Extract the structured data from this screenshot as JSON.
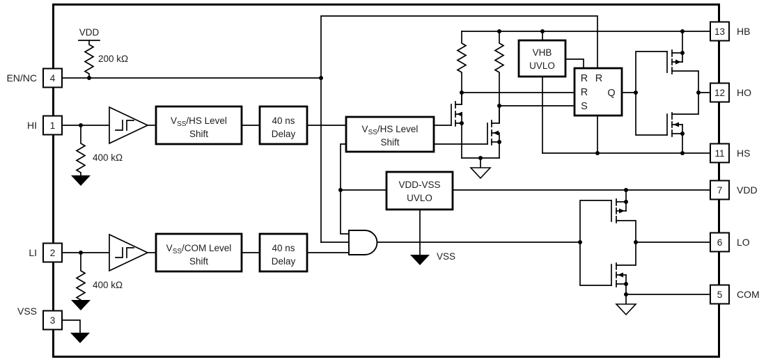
{
  "pins": {
    "left": [
      {
        "number": "4",
        "label": "EN/NC"
      },
      {
        "number": "1",
        "label": "HI"
      },
      {
        "number": "2",
        "label": "LI"
      },
      {
        "number": "3",
        "label": "VSS"
      }
    ],
    "right": [
      {
        "number": "13",
        "label": "HB"
      },
      {
        "number": "12",
        "label": "HO"
      },
      {
        "number": "11",
        "label": "HS"
      },
      {
        "number": "7",
        "label": "VDD"
      },
      {
        "number": "6",
        "label": "LO"
      },
      {
        "number": "5",
        "label": "COM"
      }
    ]
  },
  "labels": {
    "vdd_supply": "VDD",
    "r_pullup": "200 kΩ",
    "r_pulldown_hi": "400 kΩ",
    "r_pulldown_li": "400 kΩ",
    "vss_node": "VSS"
  },
  "blocks": {
    "hs_shift_in": {
      "pre": "V",
      "sub": "SS",
      "rest": "/HS Level",
      "line2": "Shift"
    },
    "delay_hi": {
      "line1": "40 ns",
      "line2": "Delay"
    },
    "com_shift": {
      "pre": "V",
      "sub": "SS",
      "rest": "/COM Level",
      "line2": "Shift"
    },
    "delay_li": {
      "line1": "40 ns",
      "line2": "Delay"
    },
    "hs_shift_boot": {
      "pre": "V",
      "sub": "SS",
      "rest": "/HS Level",
      "line2": "Shift"
    },
    "vdd_uvlo": {
      "line1": "VDD-VSS",
      "line2": "UVLO"
    },
    "vhb_uvlo": {
      "line1": "VHB",
      "line2": "UVLO"
    }
  },
  "latch": {
    "r_top_a": "R",
    "r_top_b": "R",
    "r_left": "R",
    "q": "Q",
    "s": "S"
  }
}
